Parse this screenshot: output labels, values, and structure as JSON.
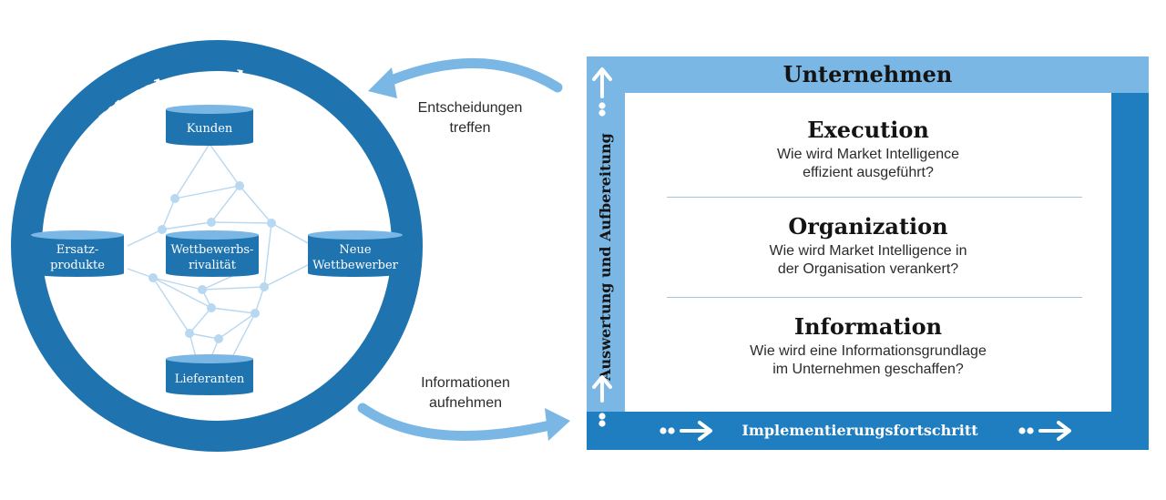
{
  "arena": {
    "title": "Wettbewerbsarena",
    "nodes": {
      "top": "Kunden",
      "bottom": "Lieferanten",
      "left": [
        "Ersatz-",
        "produkte"
      ],
      "center": [
        "Wettbewerbs-",
        "rivalität"
      ],
      "right": [
        "Neue",
        "Wettbewerber"
      ]
    }
  },
  "flows": {
    "top": [
      "Entscheidungen",
      "treffen"
    ],
    "bottom": [
      "Informationen",
      "aufnehmen"
    ]
  },
  "company": {
    "title": "Unternehmen",
    "sections": [
      {
        "heading": "Execution",
        "lines": [
          "Wie wird Market Intelligence",
          "effizient ausgeführt?"
        ]
      },
      {
        "heading": "Organization",
        "lines": [
          "Wie wird Market Intelligence in",
          "der Organisation verankert?"
        ]
      },
      {
        "heading": "Information",
        "lines": [
          "Wie wird eine Informationsgrundlage",
          "im Unternehmen geschaffen?"
        ]
      }
    ],
    "vertical_axis": "Auswertung und Aufbereitung",
    "horizontal_axis": "Implementierungsfortschritt"
  },
  "colors": {
    "dark_blue": "#1f74b0",
    "medium_blue": "#1f7ec0",
    "light_blue": "#7ab7e4",
    "network_blue": "#b7d8f0"
  }
}
